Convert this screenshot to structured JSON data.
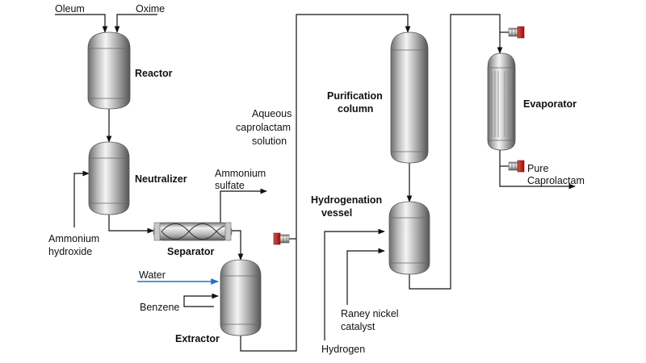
{
  "units": {
    "reactor": "Reactor",
    "neutralizer": "Neutralizer",
    "separator": "Separator",
    "extractor": "Extractor",
    "purification_line1": "Purification",
    "purification_line2": "column",
    "hydrogenation_line1": "Hydrogenation",
    "hydrogenation_line2": "vessel",
    "evaporator": "Evaporator"
  },
  "streams": {
    "oleum": "Oleum",
    "oxime": "Oxime",
    "ammonium_hydroxide_line1": "Ammonium",
    "ammonium_hydroxide_line2": "hydroxide",
    "ammonium_sulfate_line1": "Ammonium",
    "ammonium_sulfate_line2": "sulfate",
    "water": "Water",
    "benzene": "Benzene",
    "aqueous_line1": "Aqueous",
    "aqueous_line2": "caprolactam",
    "aqueous_line3": "solution",
    "hydrogen": "Hydrogen",
    "raney_line1": "Raney nickel",
    "raney_line2": "catalyst",
    "pure_line1": "Pure",
    "pure_line2": "Caprolactam"
  },
  "colors": {
    "pipe": "#111111",
    "water_stream": "#1f6fd6",
    "heater_red": "#c0281f"
  }
}
